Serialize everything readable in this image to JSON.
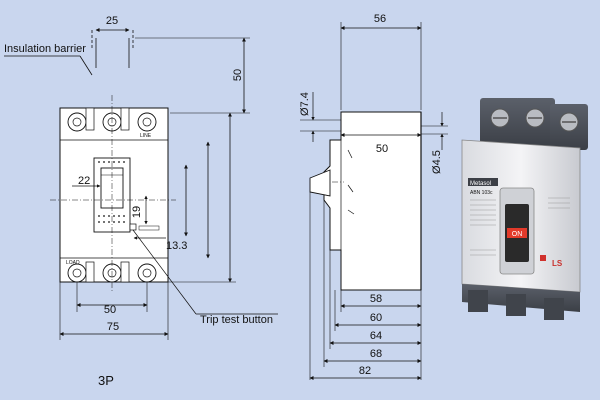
{
  "callouts": {
    "insulation_barrier": "Insulation barrier",
    "trip_test_button": "Trip test button",
    "model": "3P"
  },
  "front_view": {
    "dims": {
      "pole_pitch": "25",
      "top_extension": "50",
      "handle_width": "22",
      "button_offset_v": "19",
      "button_offset_h": "13.3",
      "mount_width": "50",
      "body_width": "75",
      "line_label": "LINE",
      "load_label": "LOAD"
    }
  },
  "side_view": {
    "dims": {
      "top_width": "56",
      "hole_dia": "Ø7.4",
      "body_depth": "50",
      "screw_dia": "Ø4.5",
      "d58": "58",
      "d60": "60",
      "d64": "64",
      "d68": "68",
      "d82": "82"
    }
  },
  "product_photo": {
    "brand": "Metasol",
    "model": "ABN 103c",
    "handle_label": "ON",
    "logo": "LS"
  },
  "colors": {
    "background": "#c9d6ee",
    "drawing_fill": "#ffffff",
    "line": "#111111",
    "breaker_body": "#ececee",
    "breaker_base": "#4a4f57",
    "handle": "#2a2a2a",
    "handle_label": "#e23a2a"
  }
}
